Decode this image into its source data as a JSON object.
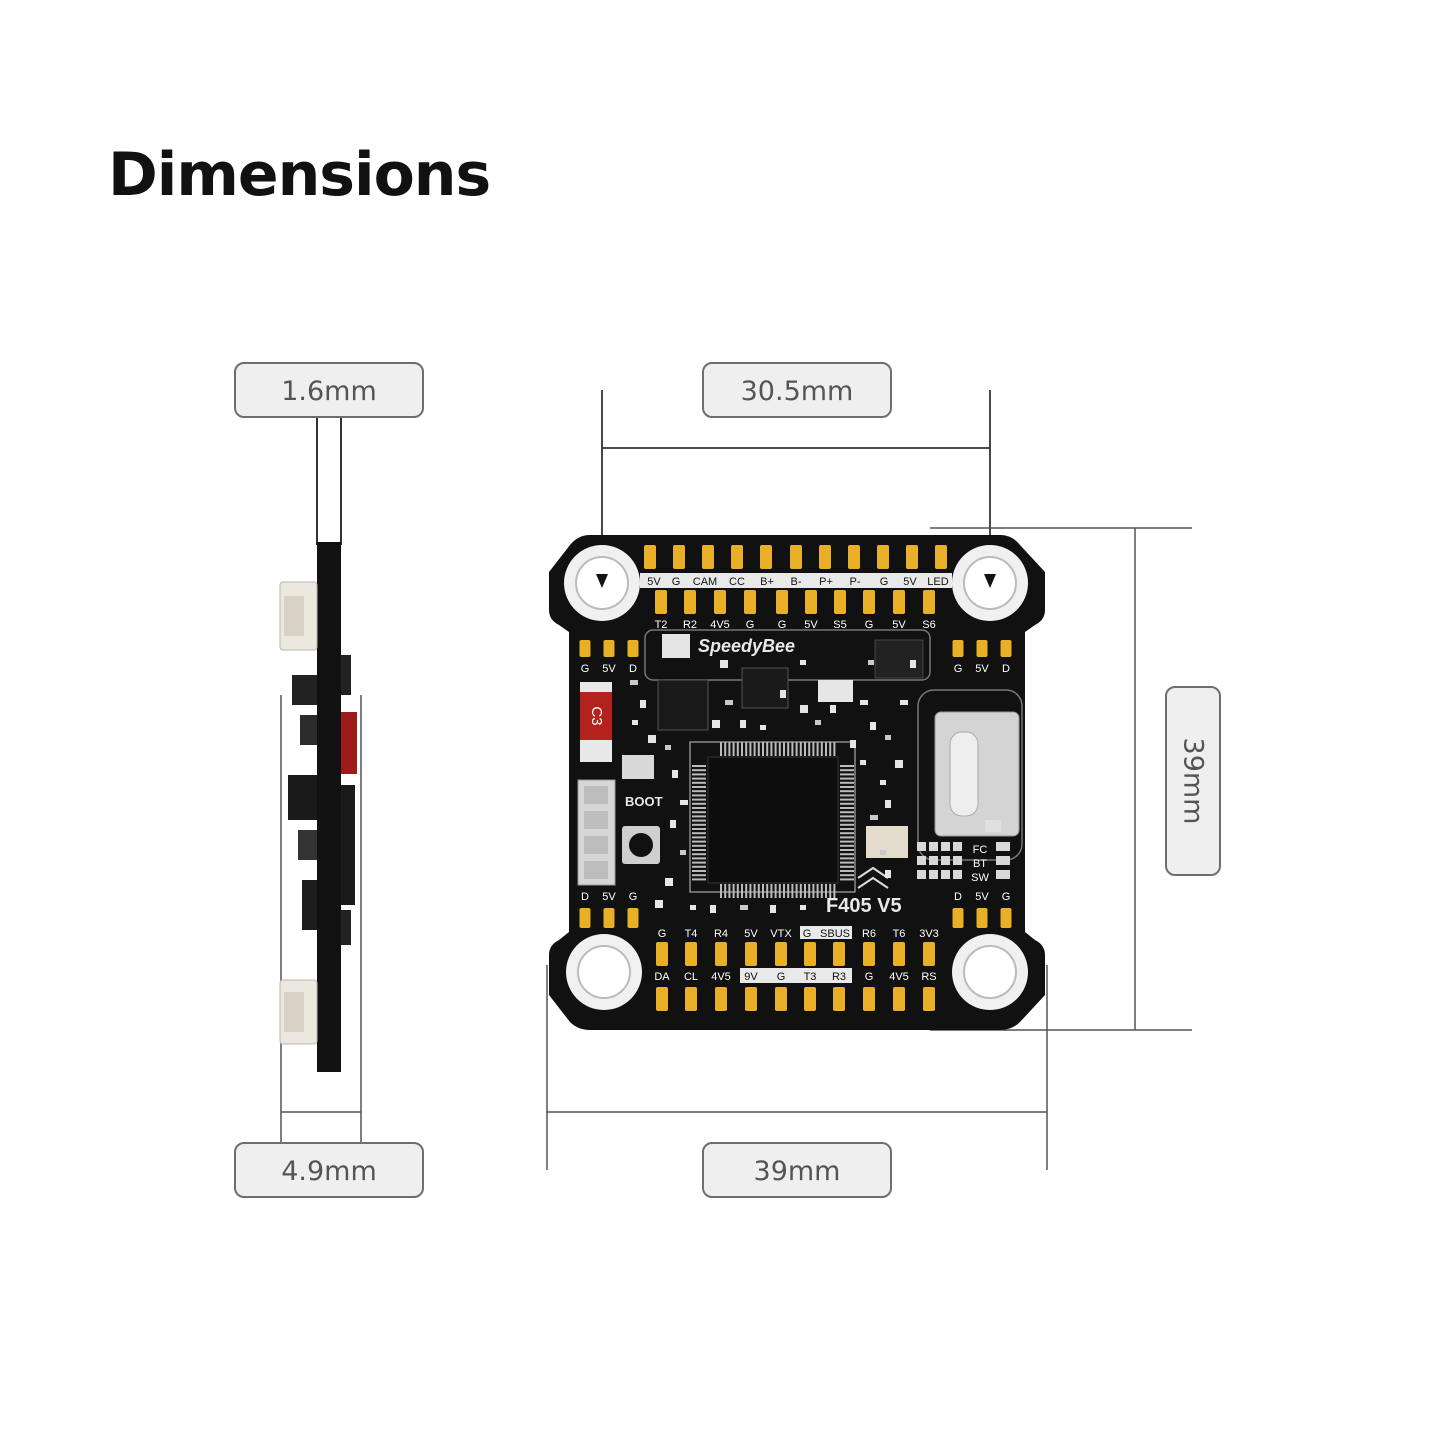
{
  "title": "Dimensions",
  "dimensions": {
    "side_thickness": "1.6mm",
    "side_height": "4.9mm",
    "mount_spacing": "30.5mm",
    "board_width": "39mm",
    "board_height": "39mm"
  },
  "board": {
    "brand": "SpeedyBee",
    "model": "F405 V5",
    "boot_label": "BOOT",
    "c3_label": "C3",
    "top_row_labels": [
      "5V",
      "G",
      "CAM",
      "CC",
      "B+",
      "B-",
      "P+",
      "P-",
      "G",
      "5V",
      "LED"
    ],
    "top_row2_labels": [
      "T2",
      "R2",
      "4V5",
      "G",
      "G",
      "5V",
      "S5",
      "G",
      "5V",
      "S6"
    ],
    "left_top_labels": [
      "G",
      "5V",
      "D"
    ],
    "right_top_labels": [
      "G",
      "5V",
      "D"
    ],
    "left_bottom_labels": [
      "D",
      "5V",
      "G"
    ],
    "right_bottom_labels": [
      "D",
      "5V",
      "G"
    ],
    "bottom_row1_labels": [
      "G",
      "T4",
      "R4",
      "5V",
      "VTX",
      "G",
      "SBUS",
      "R6",
      "T6",
      "3V3"
    ],
    "bottom_row2_labels": [
      "DA",
      "CL",
      "4V5",
      "9V",
      "G",
      "T3",
      "R3",
      "G",
      "4V5",
      "RS"
    ],
    "switch_labels": [
      "FC",
      "BT",
      "SW"
    ]
  }
}
